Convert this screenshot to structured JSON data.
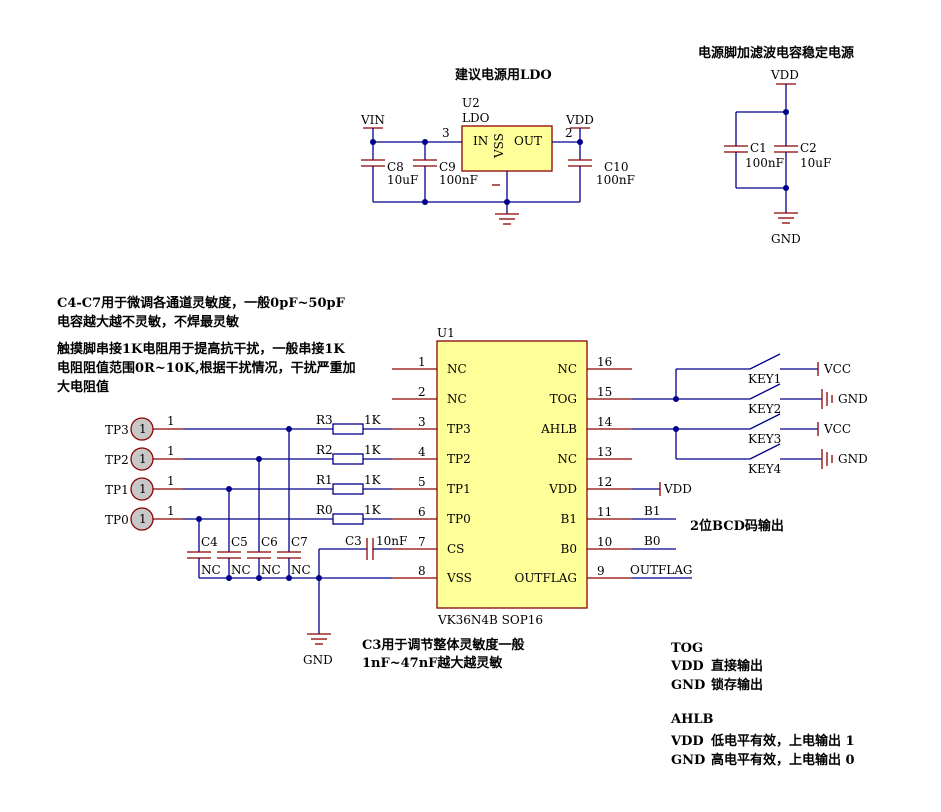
{
  "ldo_section": {
    "title": "建议电源用LDO",
    "u2_ref": "U2",
    "u2_value": "LDO",
    "pin_in": "IN",
    "pin_vss": "VSS",
    "pin_out": "OUT",
    "pin_num_in": "3",
    "pin_num_out": "2",
    "vin": "VIN",
    "vdd": "VDD",
    "c8_ref": "C8",
    "c8_val": "10uF",
    "c9_ref": "C9",
    "c9_val": "100nF",
    "c10_ref": "C10",
    "c10_val": "100nF"
  },
  "filter_section": {
    "title": "电源脚加滤波电容稳定电源",
    "vdd": "VDD",
    "gnd": "GND",
    "c1_ref": "C1",
    "c1_val": "100nF",
    "c2_ref": "C2",
    "c2_val": "10uF"
  },
  "notes": {
    "n1_line1": "C4-C7用于微调各通道灵敏度，一般0pF~50pF",
    "n1_line2": "电容越大越不灵敏，不焊最灵敏",
    "n2_line1": "触摸脚串接1K电阻用于提高抗干扰，一般串接1K",
    "n2_line2": "电阻阻值范围0R~10K,根据干扰情况，干扰严重加",
    "n2_line3": "大电阻值",
    "n3_line1": "C3用于调节整体灵敏度一般",
    "n3_line2": "1nF~47nF越大越灵敏",
    "bcd": "2位BCD码输出"
  },
  "u1": {
    "ref": "U1",
    "part": "VK36N4B SOP16",
    "left_pins": [
      {
        "num": "1",
        "name": "NC"
      },
      {
        "num": "2",
        "name": "NC"
      },
      {
        "num": "3",
        "name": "TP3"
      },
      {
        "num": "4",
        "name": "TP2"
      },
      {
        "num": "5",
        "name": "TP1"
      },
      {
        "num": "6",
        "name": "TP0"
      },
      {
        "num": "7",
        "name": "CS"
      },
      {
        "num": "8",
        "name": "VSS"
      }
    ],
    "right_pins": [
      {
        "num": "16",
        "name": "NC"
      },
      {
        "num": "15",
        "name": "TOG"
      },
      {
        "num": "14",
        "name": "AHLB"
      },
      {
        "num": "13",
        "name": "NC"
      },
      {
        "num": "12",
        "name": "VDD"
      },
      {
        "num": "11",
        "name": "B1"
      },
      {
        "num": "10",
        "name": "B0"
      },
      {
        "num": "9",
        "name": "OUTFLAG"
      }
    ]
  },
  "touch_pads": [
    {
      "ref": "TP3",
      "pin": "1",
      "res_ref": "R3",
      "res_val": "1K"
    },
    {
      "ref": "TP2",
      "pin": "1",
      "res_ref": "R2",
      "res_val": "1K"
    },
    {
      "ref": "TP1",
      "pin": "1",
      "res_ref": "R1",
      "res_val": "1K"
    },
    {
      "ref": "TP0",
      "pin": "1",
      "res_ref": "R0",
      "res_val": "1K"
    }
  ],
  "tune_caps": [
    {
      "ref": "C4",
      "val": "NC"
    },
    {
      "ref": "C5",
      "val": "NC"
    },
    {
      "ref": "C6",
      "val": "NC"
    },
    {
      "ref": "C7",
      "val": "NC"
    }
  ],
  "c3": {
    "ref": "C3",
    "val": "10nF"
  },
  "gnd_label": "GND",
  "keys": [
    {
      "ref": "KEY1",
      "net": "VCC"
    },
    {
      "ref": "KEY2",
      "net": "GND"
    },
    {
      "ref": "KEY3",
      "net": "VCC"
    },
    {
      "ref": "KEY4",
      "net": "GND"
    }
  ],
  "net_labels": {
    "vdd": "VDD",
    "b1": "B1",
    "b0": "B0",
    "outflag": "OUTFLAG"
  },
  "legend": {
    "tog_title": "TOG",
    "tog_rows": [
      {
        "key": "VDD",
        "desc": "直接输出"
      },
      {
        "key": "GND",
        "desc": "锁存输出"
      }
    ],
    "ahlb_title": "AHLB",
    "ahlb_rows": [
      {
        "key": "VDD",
        "desc": "低电平有效，上电输出 1"
      },
      {
        "key": "GND",
        "desc": "高电平有效，上电输出 0"
      }
    ]
  }
}
